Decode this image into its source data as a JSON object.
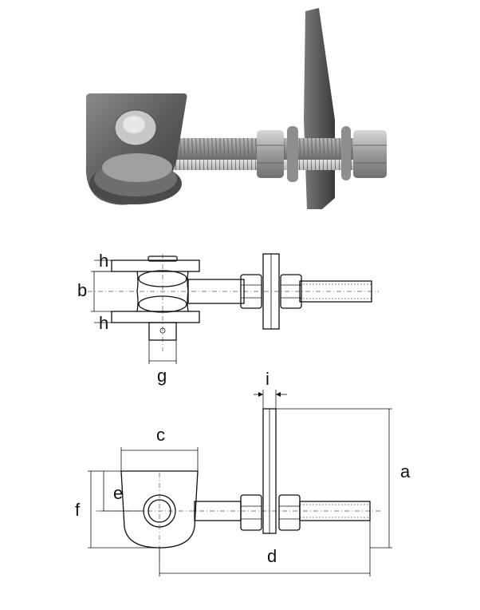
{
  "labels": {
    "h_top": "h",
    "b": "b",
    "h_bottom": "h",
    "g": "g",
    "i": "i",
    "c": "c",
    "a": "a",
    "e": "e",
    "f": "f",
    "d": "d"
  },
  "colors": {
    "metal_dark": "#5a5a5a",
    "metal_light": "#b9b9b9",
    "line": "#111111"
  }
}
